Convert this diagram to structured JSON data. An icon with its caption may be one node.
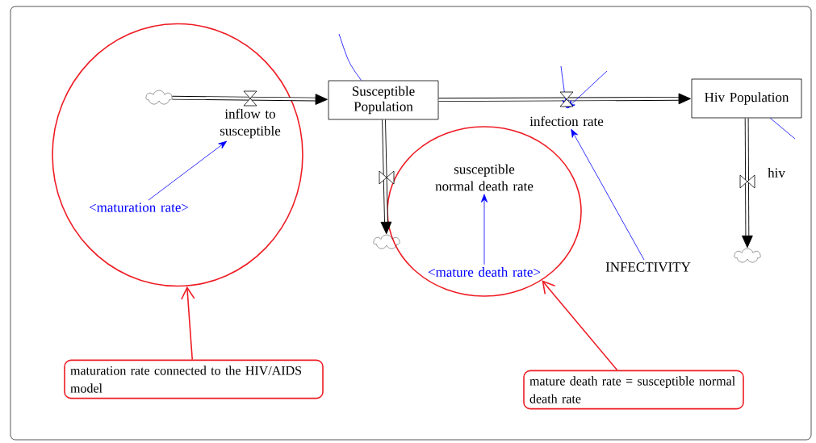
{
  "diagram": {
    "nodes": [
      {
        "text": [],
        "shape": "ellipse"
      },
      {
        "text": [],
        "shape": "cloud",
        "in": 0
      },
      {
        "text": [
          "inflow to susceptible"
        ],
        "in": 0
      },
      {
        "text": [
          "<maturation rate>"
        ],
        "in": 0
      },
      {
        "text": [
          "Susceptible Population"
        ]
      },
      {
        "text": [],
        "shape": "ellipse"
      },
      {
        "text": [
          "susceptible normal death rate"
        ],
        "in": 5
      },
      {
        "text": [
          "<mature death rate>"
        ],
        "in": 5
      },
      {
        "text": [],
        "shape": "cloud"
      },
      {
        "text": [
          "infection rate"
        ]
      },
      {
        "text": [
          "INFECTIVITY"
        ]
      },
      {
        "text": [
          "Hiv Population"
        ]
      },
      {
        "text": [
          "hiv"
        ]
      },
      {
        "text": [],
        "shape": "cloud"
      },
      {
        "text": [
          "maturation rate connected to the HIV/AIDS model"
        ]
      },
      {
        "text": [
          "mature death rate = susceptible normal death rate"
        ]
      }
    ],
    "edges": [
      {
        "from": 1,
        "to": 4,
        "arrow": "to",
        "style": "thick",
        "color": "#000000"
      },
      {
        "from": 4,
        "to": 11,
        "arrow": "to",
        "style": "thick",
        "color": "#000000"
      },
      {
        "from": 4,
        "to": 8,
        "arrow": "to",
        "style": "thick",
        "color": "#000000"
      },
      {
        "from": 11,
        "to": 13,
        "arrow": "to",
        "style": "thick",
        "color": "#000000"
      },
      {
        "from": 3,
        "to": 2,
        "arrow": "to"
      },
      {
        "from": 7,
        "to": 6,
        "arrow": "to"
      },
      {
        "from": 10,
        "to": 9,
        "arrow": "to"
      },
      {
        "from": null,
        "to": 9,
        "arrow": "to"
      },
      {
        "from": null,
        "to": 9,
        "arrow": "to"
      },
      {
        "from": null,
        "to": 4,
        "arrow": "none"
      },
      {
        "from": null,
        "to": 11,
        "arrow": "none"
      },
      {
        "from": 14,
        "to": 0,
        "arrow": "to",
        "color": "#ee1c24"
      },
      {
        "from": 15,
        "to": 5,
        "arrow": "to",
        "color": "#ee1c24"
      }
    ]
  }
}
